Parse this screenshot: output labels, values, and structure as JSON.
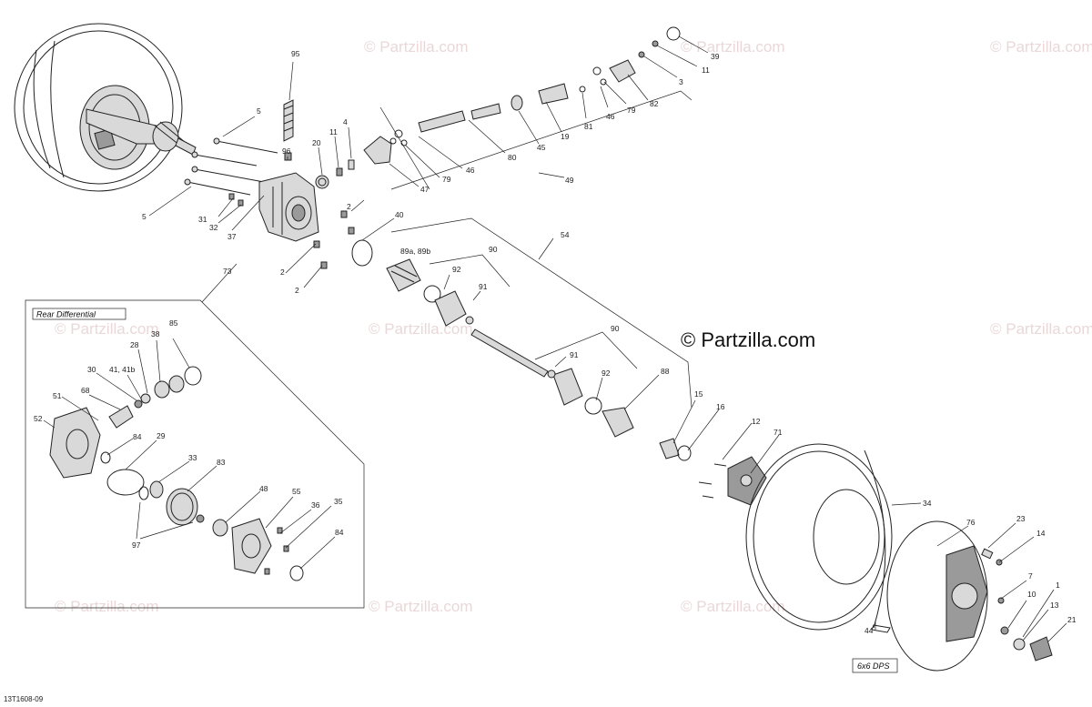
{
  "watermark_text": "© Partzilla.com",
  "brand_text": "© Partzilla.com",
  "inset_title": "Rear Differential",
  "variant_note": "6x6 DPS",
  "drawing_ref": "13T1608-09",
  "callouts": {
    "c95": "95",
    "c5a": "5",
    "c5b": "5",
    "c96": "96",
    "c20": "20",
    "c11a": "11",
    "c4": "4",
    "c31": "31",
    "c32": "32",
    "c37": "37",
    "c73": "73",
    "c2a": "2",
    "c2b": "2",
    "c2c": "2",
    "c40": "40",
    "c47": "47",
    "c79a": "79",
    "c46a": "46",
    "c80": "80",
    "c45": "45",
    "c19": "19",
    "c81": "81",
    "c46b": "46",
    "c79b": "79",
    "c82": "82",
    "c3": "3",
    "c11b": "11",
    "c39": "39",
    "c49": "49",
    "c54": "54",
    "c89": "89a, 89b",
    "c90a": "90",
    "c92a": "92",
    "c91a": "91",
    "c90b": "90",
    "c91b": "91",
    "c92b": "92",
    "c88": "88",
    "c15": "15",
    "c16": "16",
    "c12": "12",
    "c71": "71",
    "c34": "34",
    "c76": "76",
    "c23": "23",
    "c14": "14",
    "c7": "7",
    "c1": "1",
    "c10": "10",
    "c13": "13",
    "c21": "21",
    "c44": "44",
    "c85": "85",
    "c38": "38",
    "c28": "28",
    "c30": "30",
    "c41": "41, 41b",
    "c51": "51",
    "c68": "68",
    "c52": "52",
    "c84a": "84",
    "c29": "29",
    "c33": "33",
    "c83": "83",
    "c97": "97",
    "c48": "48",
    "c55": "55",
    "c36": "36",
    "c35": "35",
    "c84b": "84"
  }
}
